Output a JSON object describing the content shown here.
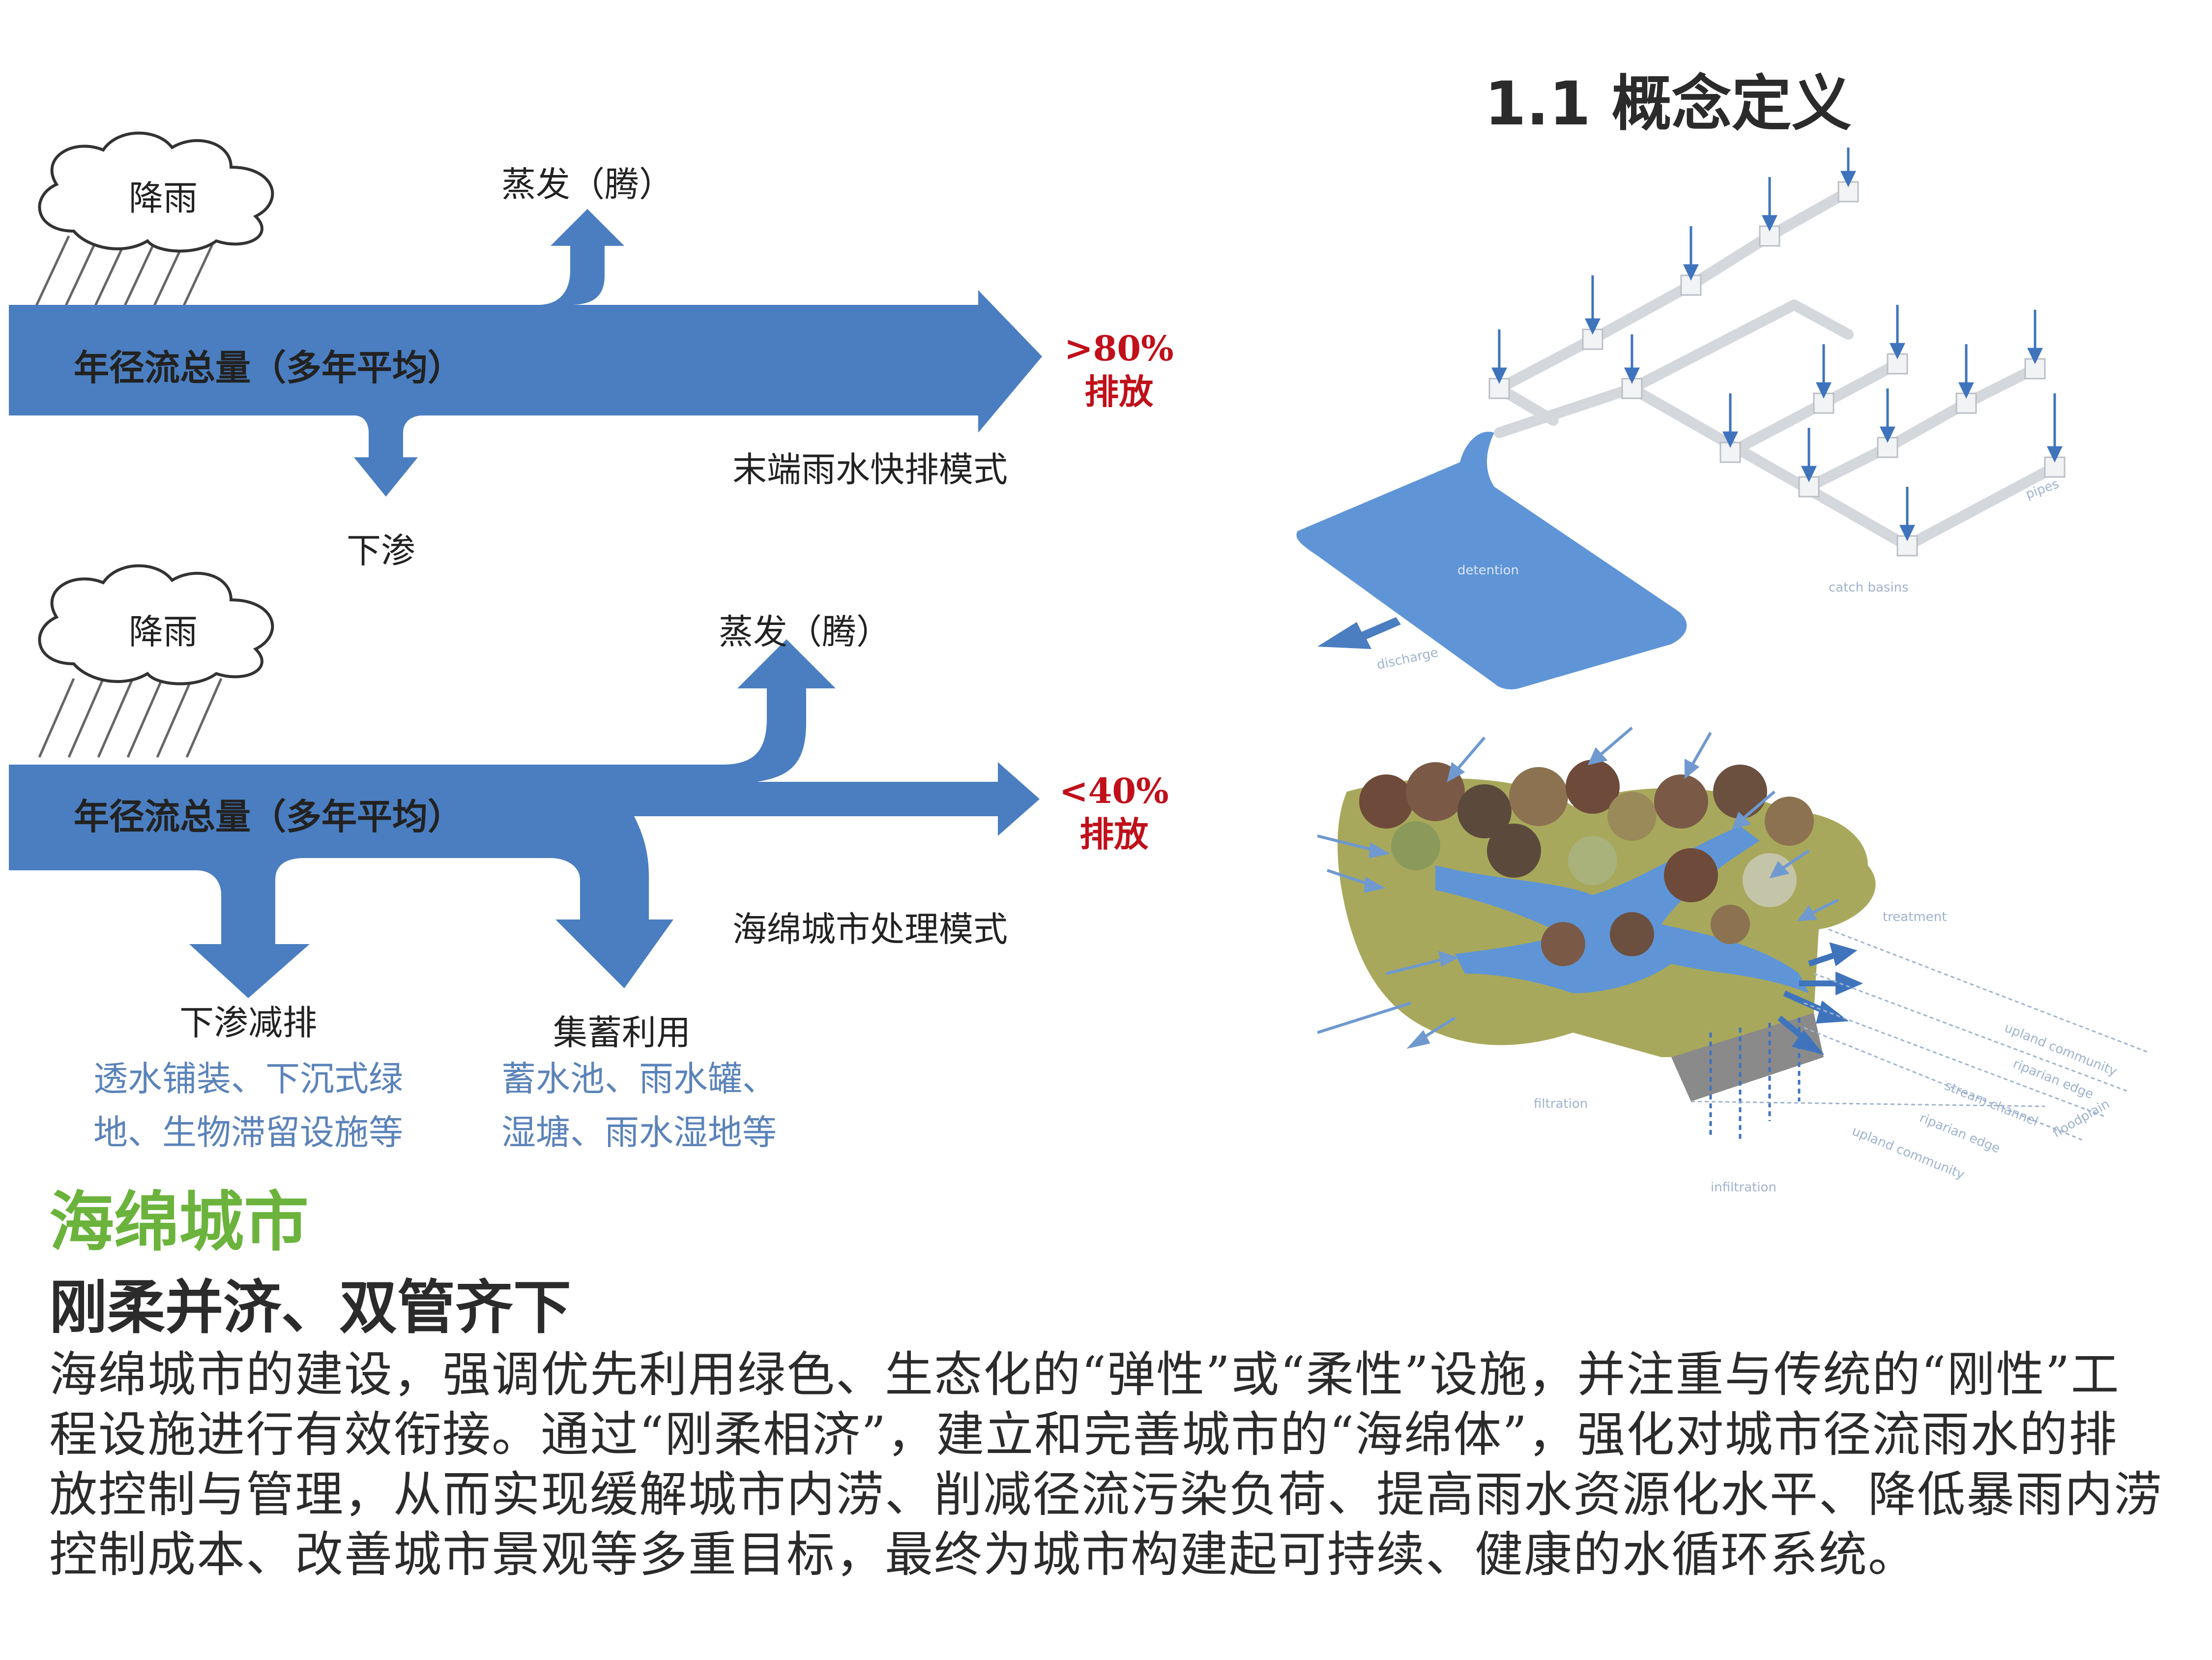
{
  "page_title": "1.1 概念定义",
  "diagram_top": {
    "rain": "降雨",
    "evaporation": "蒸发（腾）",
    "flow_label": "年径流总量（多年平均）",
    "discharge_pct": ">80%",
    "discharge_word": "排放",
    "mode": "末端雨水快排模式",
    "infiltration": "下渗"
  },
  "diagram_bottom": {
    "rain": "降雨",
    "evaporation": "蒸发（腾）",
    "flow_label": "年径流总量（多年平均）",
    "discharge_pct": "<40%",
    "discharge_word": "排放",
    "mode": "海绵城市处理模式",
    "infiltration_title": "下渗减排",
    "infiltration_line1": "透水铺装、下沉式绿",
    "infiltration_line2": "地、生物滞留设施等",
    "storage_title": "集蓄利用",
    "storage_line1": "蓄水池、雨水罐、",
    "storage_line2": "湿塘、雨水湿地等"
  },
  "pipe_figure": {
    "labels": {
      "detention": "detention",
      "discharge": "discharge",
      "catch_basins": "catch basins",
      "pipes": "pipes"
    }
  },
  "landscape_figure": {
    "labels": {
      "treatment": "treatment",
      "filtration": "filtration",
      "infiltration": "infiltration",
      "upland_community_1": "upland community",
      "riparian_edge_1": "riparian edge",
      "stream_channel": "stream channel",
      "riparian_edge_2": "riparian edge",
      "upland_community_2": "upland community",
      "floodplain": "floodplain"
    }
  },
  "section": {
    "heading": "海绵城市",
    "subheading": "刚柔并济、双管齐下",
    "body": "海绵城市的建设，强调优先利用绿色、生态化的“弹性”或“柔性”设施，并注重与传统的“刚性”工程设施进行有效衔接。通过“刚柔相济”，建立和完善城市的“海绵体”，强化对城市径流雨水的排放控制与管理，从而实现缓解城市内涝、削减径流污染负荷、提高雨水资源化水平、降低暴雨内涝控制成本、改善城市景观等多重目标，最终为城市构建起可持续、健康的水循环系统。"
  },
  "colors": {
    "arrow_blue": "#4a7ec0",
    "label_blue": "#5b83b9",
    "accent_red": "#c0101a",
    "heading_green": "#6bb33c"
  }
}
